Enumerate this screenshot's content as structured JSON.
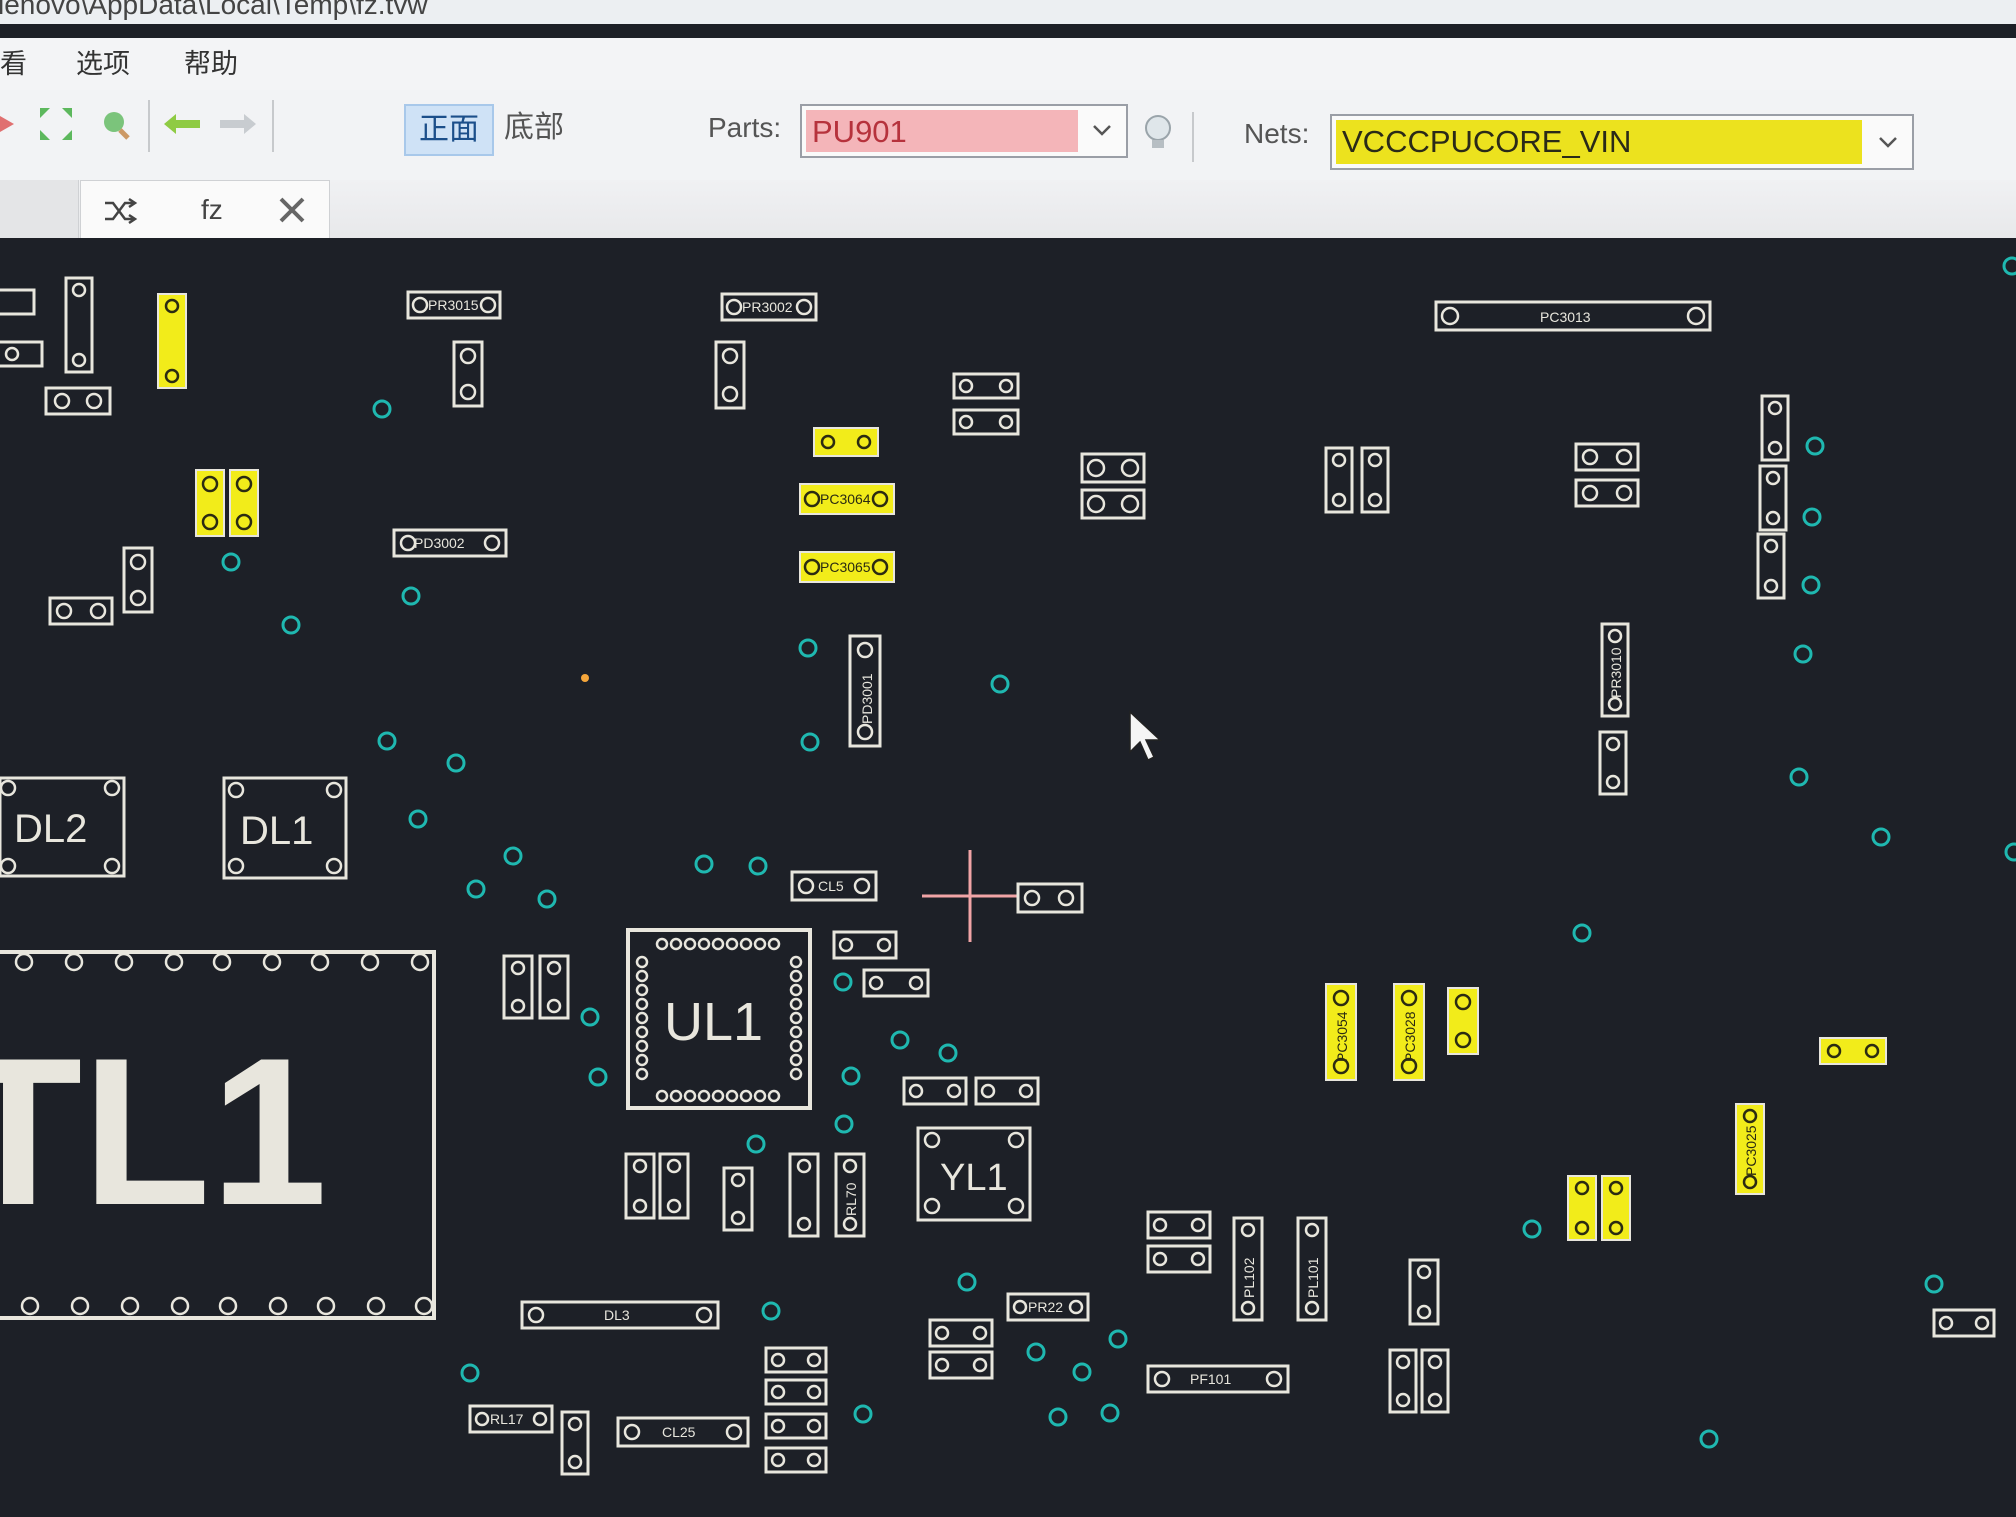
{
  "window": {
    "title_path": "lenovo\\AppData\\Local\\Temp\\fz.tvw"
  },
  "menu": {
    "items": [
      "看",
      "选项",
      "帮助"
    ]
  },
  "toolbar": {
    "side_front_label": "正面",
    "side_bottom_label": "底部",
    "parts_label": "Parts:",
    "parts_value": "PU901",
    "nets_label": "Nets:",
    "nets_value": "VCCCPUCORE_VIN"
  },
  "tabs": [
    {
      "label": "fz",
      "active": true
    }
  ],
  "colors": {
    "board_background": "#1d2027",
    "outline": "#e8e6dd",
    "highlight": "#f2ec1a",
    "via": "#1fb8b0",
    "parts_field": "#f4b5b9",
    "nets_field": "#ece21e",
    "cursor_cross": "#f1a4a6"
  },
  "board": {
    "labels": [
      "PR3015",
      "PR3002",
      "PC3013",
      "PC3064",
      "PC3065",
      "PD3002",
      "PD3001",
      "DL2",
      "DL1",
      "CL5",
      "UL1",
      "YL1",
      "TL1",
      "DL3",
      "PR22",
      "PF101",
      "PL102",
      "PL101",
      "RL17",
      "CL25",
      "PC3054",
      "PC3028",
      "PC3025",
      "PR3010",
      "RL70"
    ]
  }
}
